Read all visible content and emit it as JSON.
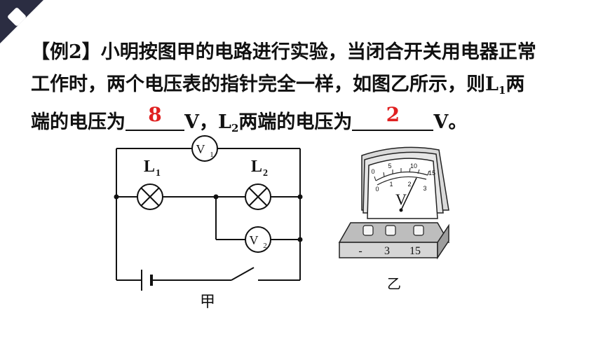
{
  "question": {
    "prefix": "【例2】",
    "line1_text": "小明按图甲的电路进行实验，当闭合开关用电器正常",
    "line2_a": "工作时，两个电压表的指针完全一样，如图乙所示，则L",
    "line2_sub": "1",
    "line2_b": "两",
    "line3_a": "端的电压为",
    "answer1": "8",
    "line3_b": "V，L",
    "line3_sub": "2",
    "line3_c": "两端的电压为",
    "answer2": "2",
    "line3_d": "V。"
  },
  "circuit": {
    "caption": "甲",
    "lamp1_label": "L",
    "lamp1_sub": "1",
    "lamp2_label": "L",
    "lamp2_sub": "2",
    "v1_label": "V",
    "v1_sub": "1",
    "v2_label": "V",
    "v2_sub": "2"
  },
  "meter": {
    "caption": "乙",
    "scale_outer": [
      "0",
      "5",
      "10",
      "15"
    ],
    "scale_inner": [
      "0",
      "1",
      "2",
      "3"
    ],
    "unit": "V",
    "terminals": [
      "-",
      "3",
      "15"
    ]
  },
  "colors": {
    "answer": "#e02020",
    "corner": "#2b2d42"
  }
}
